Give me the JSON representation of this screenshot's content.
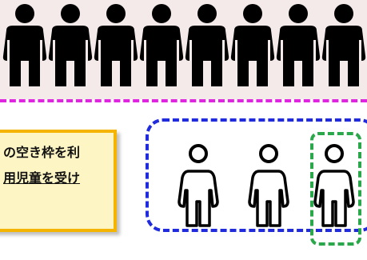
{
  "crowd": {
    "count": 8,
    "icon": "person-silhouette-icon",
    "color": "#000000"
  },
  "note": {
    "line1": "の空き枠を利",
    "line2": "用児童を受け"
  },
  "outline_people": {
    "count": 3,
    "icon": "person-outline-icon"
  },
  "colors": {
    "crowd_bg": "#f5eaea",
    "divider": "#e025e0",
    "note_bg": "#fdf6c4",
    "note_border": "#f5b400",
    "blue_frame": "#1f2bdc",
    "green_frame": "#2aa74a"
  }
}
